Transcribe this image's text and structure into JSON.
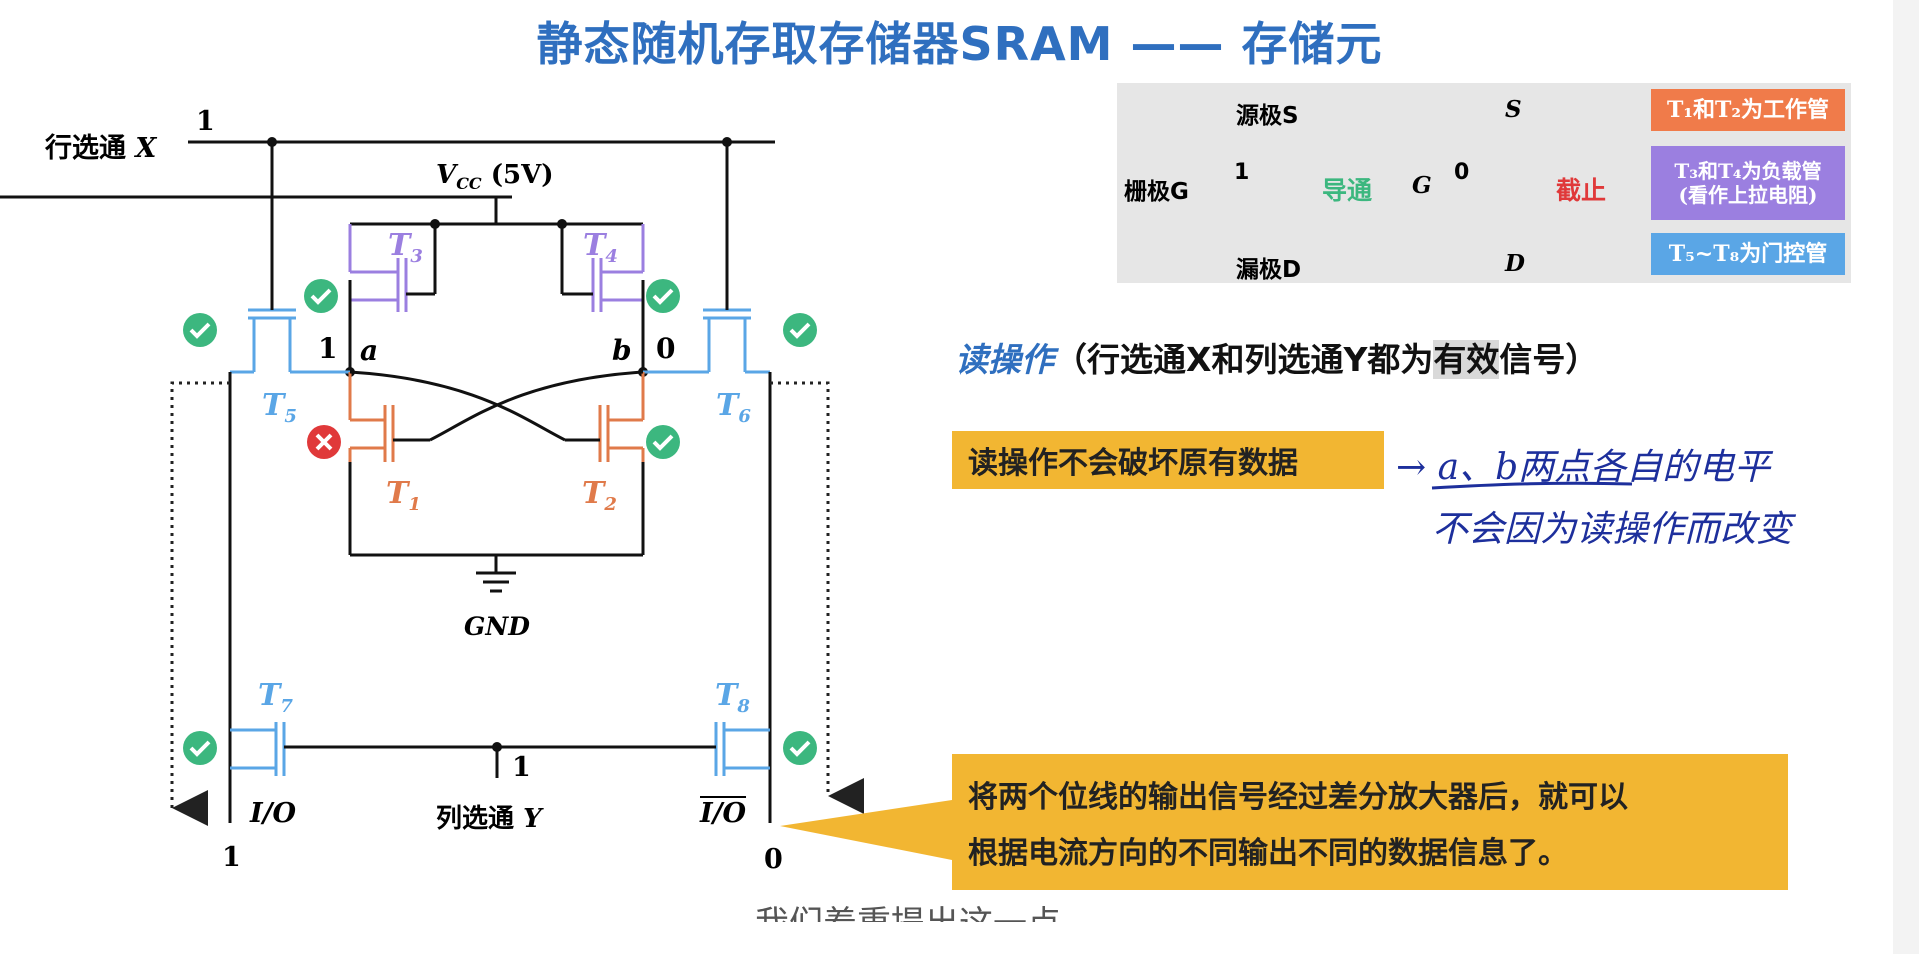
{
  "title": "静态随机存取存储器SRAM —— 存储元",
  "circuit": {
    "row_select_label": "行选通",
    "row_select_var": "X",
    "row_select_value": "1",
    "vcc_label": "V",
    "vcc_sub": "CC",
    "vcc_value": "(5V)",
    "gnd_label": "GND",
    "col_select_label": "列选通",
    "col_select_var": "Y",
    "col_select_value": "1",
    "node_a": "a",
    "node_b": "b",
    "node_a_value": "1",
    "node_b_value": "0",
    "io_left": "I/O",
    "io_right": "I/O",
    "io_left_value": "1",
    "io_right_value": "0",
    "transistors": {
      "t1": {
        "name": "T",
        "sub": "1"
      },
      "t2": {
        "name": "T",
        "sub": "2"
      },
      "t3": {
        "name": "T",
        "sub": "3"
      },
      "t4": {
        "name": "T",
        "sub": "4"
      },
      "t5": {
        "name": "T",
        "sub": "5"
      },
      "t6": {
        "name": "T",
        "sub": "6"
      },
      "t7": {
        "name": "T",
        "sub": "7"
      },
      "t8": {
        "name": "T",
        "sub": "8"
      }
    }
  },
  "legend": {
    "source_label": "源极S",
    "gate_label": "栅极G",
    "drain_label": "漏极D",
    "gate_on_value": "1",
    "on_text": "导通",
    "s_label": "S",
    "g_label": "G",
    "d_label": "D",
    "gate_off_value": "0",
    "off_text": "截止"
  },
  "tags": {
    "work": "T₁和T₂为工作管",
    "load_line1": "T₃和T₄为负载管",
    "load_line2": "(看作上拉电阻)",
    "gate": "T₅~T₈为门控管"
  },
  "read": {
    "keyword": "读操作",
    "desc_prefix": "（行选通X和列选通Y都为",
    "desc_highlight": "有效",
    "desc_suffix": "信号）",
    "note": "读操作不会破坏原有数据",
    "handwriting_line1": "→ a、b两点各自的电平",
    "handwriting_line2": "不会因为读操作而改变",
    "output_line1": "将两个位线的输出信号经过差分放大器后，就可以",
    "output_line2": "根据电流方向的不同输出不同的数据信息了。"
  },
  "subtitle": "我们着重提出这一点",
  "colors": {
    "title": "#2f6fbf",
    "load": "#9b7fe0",
    "work": "#e07a4a",
    "gate": "#5aa6e6",
    "on": "#3cb77f",
    "off": "#e0393a",
    "highlight": "#f2b632"
  }
}
